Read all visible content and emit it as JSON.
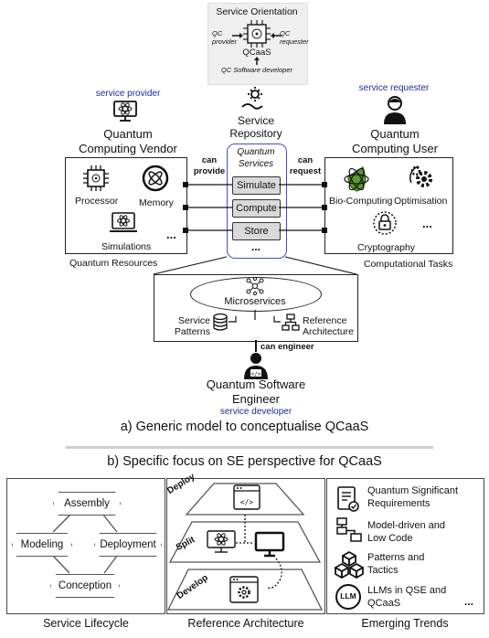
{
  "top": {
    "service_orientation_title": "Service Orientation",
    "chip_label": "QCaaS",
    "qc_provider": "QC provider",
    "qc_requester": "QC requester",
    "qc_software_developer": "QC Software developer"
  },
  "repository": {
    "label_line1": "Service",
    "label_line2": "Repository"
  },
  "vendor": {
    "role_tag": "service provider",
    "title_line1": "Quantum",
    "title_line2": "Computing Vendor",
    "items": {
      "processor": "Processor",
      "memory": "Memory",
      "simulations": "Simulations",
      "more": "..."
    },
    "caption": "Quantum Resources"
  },
  "user": {
    "role_tag": "service requester",
    "title_line1": "Quantum",
    "title_line2": "Computing User",
    "items": {
      "bio_computing": "Bio-Computing",
      "optimisation": "Optimisation",
      "cryptography": "Cryptography",
      "more": "..."
    },
    "caption": "Computational Tasks"
  },
  "services": {
    "title_line1": "Quantum",
    "title_line2": "Services",
    "buttons": {
      "simulate": "Simulate",
      "compute": "Compute",
      "store": "Store"
    },
    "more": "...",
    "can_provide_line1": "can",
    "can_provide_line2": "provide",
    "can_request_line1": "can",
    "can_request_line2": "request"
  },
  "engineering": {
    "microservices": "Microservices",
    "service_patterns_line1": "Service",
    "service_patterns_line2": "Patterns",
    "reference_architecture_line1": "Reference",
    "reference_architecture_line2": "Architecture",
    "can_engineer": "can engineer"
  },
  "engineer": {
    "title_line1": "Quantum Software",
    "title_line2": "Engineer",
    "role_tag": "service developer"
  },
  "captions": {
    "a": "a) Generic model to conceptualise QCaaS",
    "b": "b) Specific focus on SE perspective for QCaaS"
  },
  "lifecycle": {
    "assembly": "Assembly",
    "modeling": "Modeling",
    "deployment": "Deployment",
    "conception": "Conception",
    "caption": "Service Lifecycle"
  },
  "architecture": {
    "deploy": "Deploy",
    "split": "Split",
    "develop": "Develop",
    "caption": "Reference Architecture"
  },
  "trends": {
    "items": {
      "qsr_line1": "Quantum Significant",
      "qsr_line2": "Requirements",
      "mdd_line1": "Model-driven and",
      "mdd_line2": "Low Code",
      "pat_line1": "Patterns and",
      "pat_line2": "Tactics",
      "llm_line1": "LLMs in QSE and",
      "llm_line2": "QCaaS"
    },
    "llm_badge": "LLM",
    "more": "...",
    "caption": "Emerging Trends"
  },
  "colors": {
    "role_text": "#1a2a9c",
    "services_border": "#3b4fd0",
    "button_fill": "#d9d9d9",
    "divider": "#cfcfcf"
  }
}
